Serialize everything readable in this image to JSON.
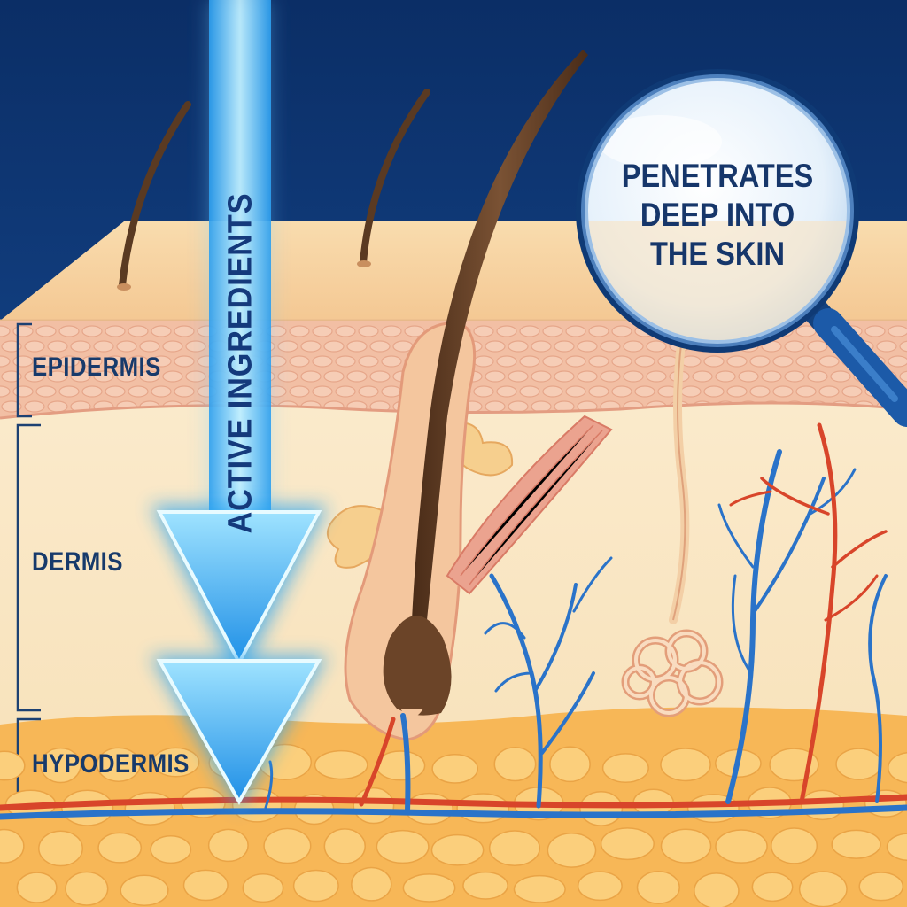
{
  "diagram": {
    "layers": {
      "epidermis": "EPIDERMIS",
      "dermis": "DERMIS",
      "hypodermis": "HYPODERMIS"
    },
    "arrow_label": "ACTIVE INGREDIENTS",
    "magnifier_lines": [
      "PENETRATES",
      "DEEP INTO",
      "THE SKIN"
    ]
  },
  "colors": {
    "background": "#0e3a7a",
    "skin_surface": "#f7d6a4",
    "epidermis": "#f2bfa4",
    "dermis": "#fbeccf",
    "hypodermis": "#f7b757",
    "arrow": "#2aa8ee",
    "vein": "#2a73c9",
    "artery": "#d8452a",
    "hair": "#5a3a22",
    "label_text": "#173a6b"
  }
}
